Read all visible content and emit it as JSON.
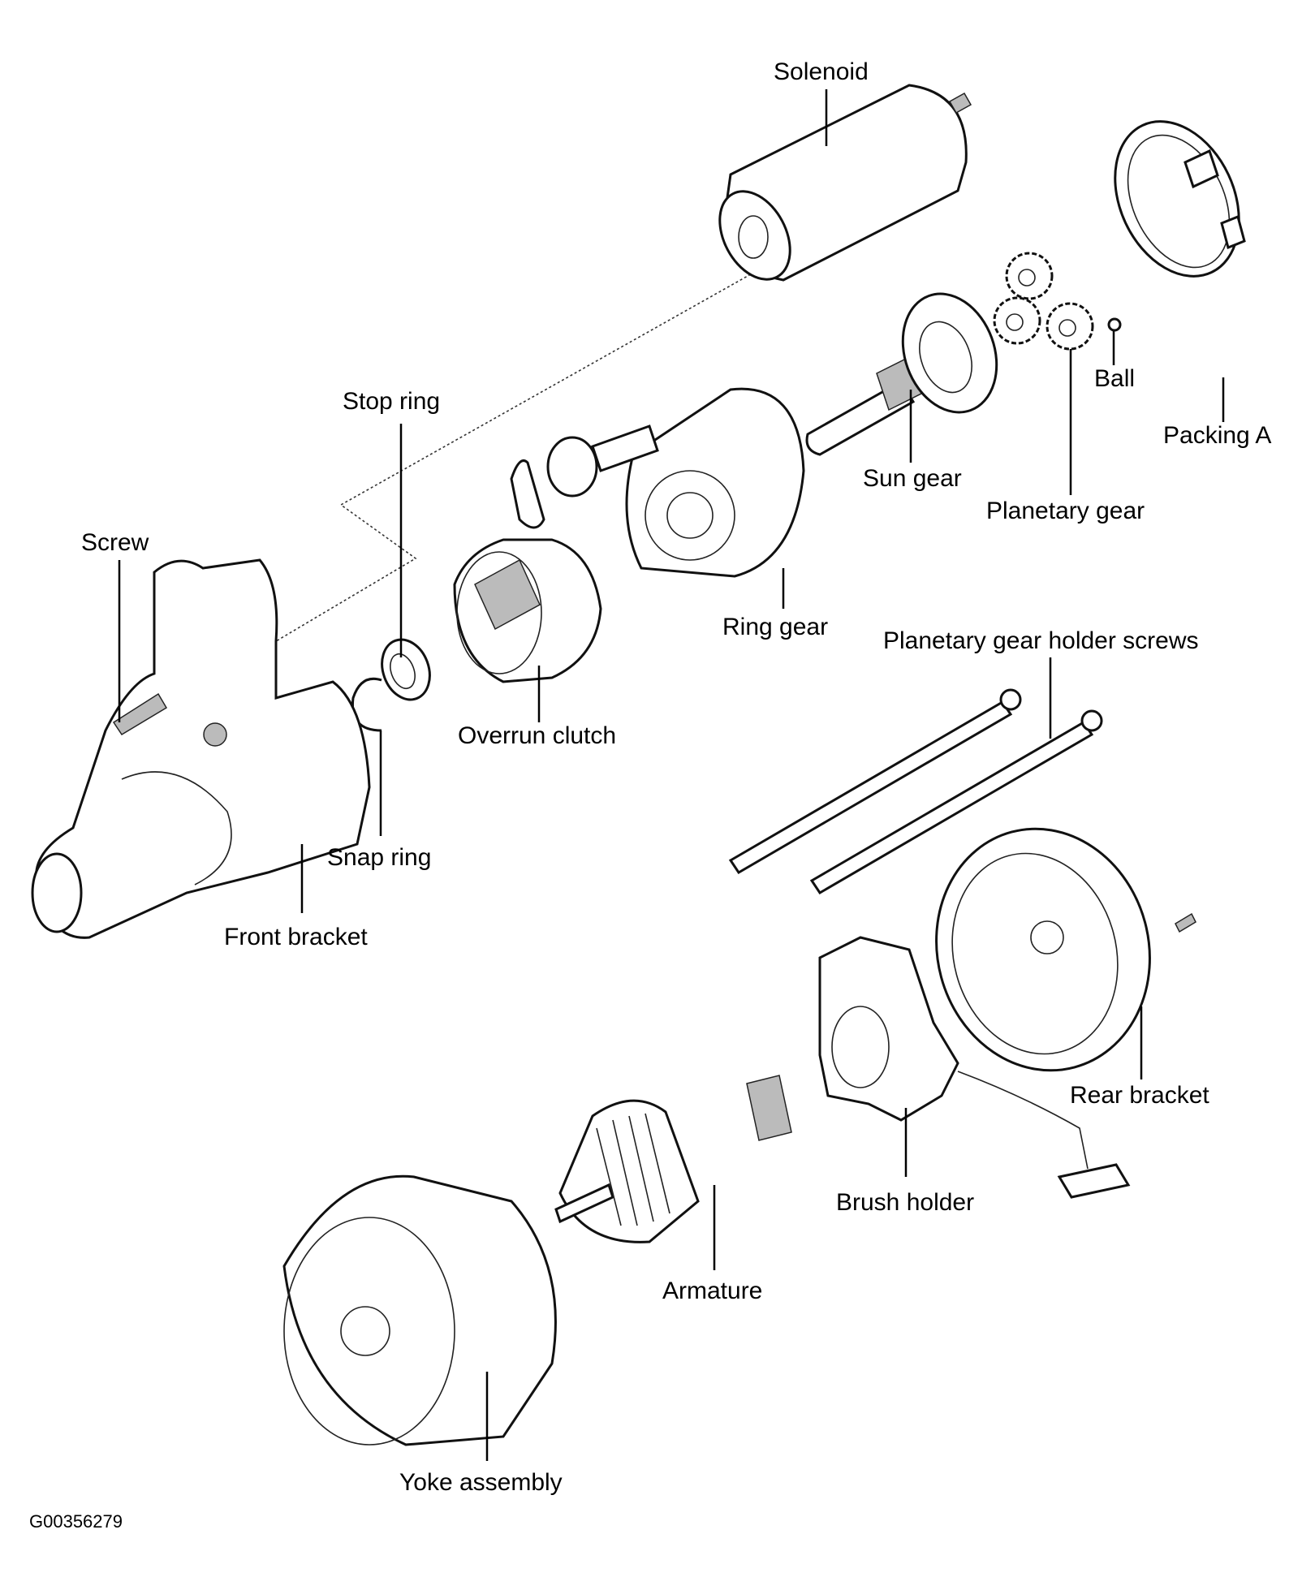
{
  "diagram": {
    "title": "Starter motor exploded view",
    "figure_code": "G00356279",
    "labels": {
      "solenoid": "Solenoid",
      "packing_a": "Packing A",
      "ball": "Ball",
      "planetary_gear": "Planetary gear",
      "sun_gear": "Sun gear",
      "stop_ring": "Stop ring",
      "screw": "Screw",
      "ring_gear": "Ring gear",
      "overrun_clutch": "Overrun clutch",
      "snap_ring": "Snap ring",
      "front_bracket": "Front bracket",
      "planetary_gear_holder_screws": "Planetary gear holder screws",
      "rear_bracket": "Rear bracket",
      "brush_holder": "Brush holder",
      "armature": "Armature",
      "yoke_assembly": "Yoke assembly"
    }
  }
}
